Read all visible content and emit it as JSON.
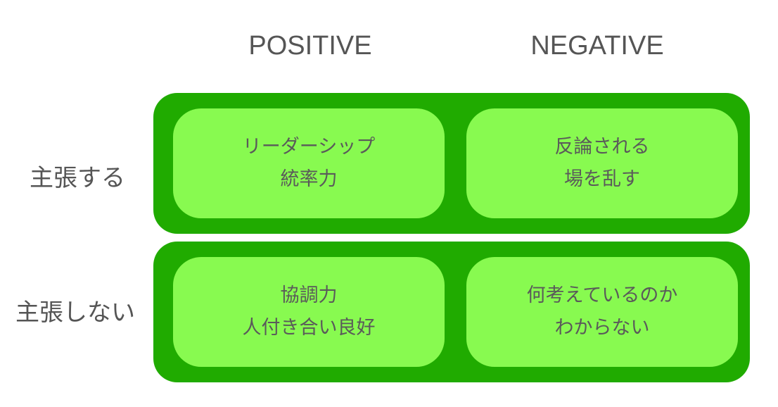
{
  "columns": {
    "positive": "POSITIVE",
    "negative": "NEGATIVE"
  },
  "rows": {
    "assert": "主張する",
    "not_assert": "主張しない"
  },
  "cells": {
    "assert_positive": {
      "line1": "リーダーシップ",
      "line2": "統率力"
    },
    "assert_negative": {
      "line1": "反論される",
      "line2": "場を乱す"
    },
    "not_assert_positive": {
      "line1": "協調力",
      "line2": "人付き合い良好"
    },
    "not_assert_negative": {
      "line1": "何考えているのか",
      "line2": "わからない"
    }
  },
  "colors": {
    "band": "#20ab00",
    "cell": "#88fa50",
    "text": "#5a5a5a"
  }
}
